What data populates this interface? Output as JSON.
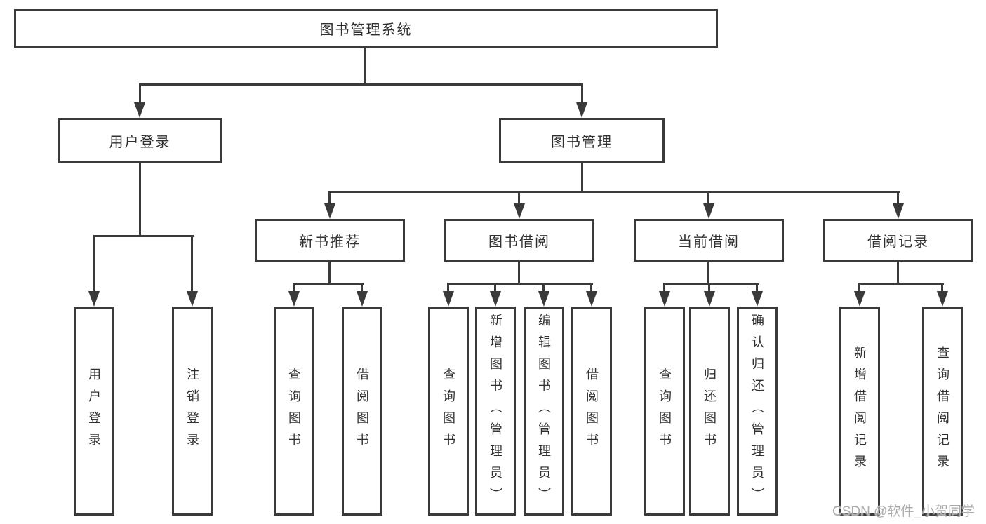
{
  "diagram": {
    "root": "图书管理系统",
    "level2": {
      "user_login": "用户登录",
      "book_mgmt": "图书管理"
    },
    "level3": {
      "new_books": "新书推荐",
      "borrow": "图书借阅",
      "current": "当前借阅",
      "records": "借阅记录"
    },
    "leaves": {
      "login": "用户登录",
      "logout": "注销登录",
      "nb_query": "查询图书",
      "nb_borrow": "借阅图书",
      "bb_query": "查询图书",
      "bb_add": "新增图书（管理员）",
      "bb_edit": "编辑图书（管理员）",
      "bb_borrow": "借阅图书",
      "cb_query": "查询图书",
      "cb_return": "归还图书",
      "cb_confirm": "确认归还（管理员）",
      "br_add": "新增借阅记录",
      "br_query": "查询借阅记录"
    }
  },
  "watermark": "CSDN @软件_小贺同学",
  "colors": {
    "line": "#3a3a3a",
    "text": "#303030",
    "watermark": "#ababab"
  }
}
